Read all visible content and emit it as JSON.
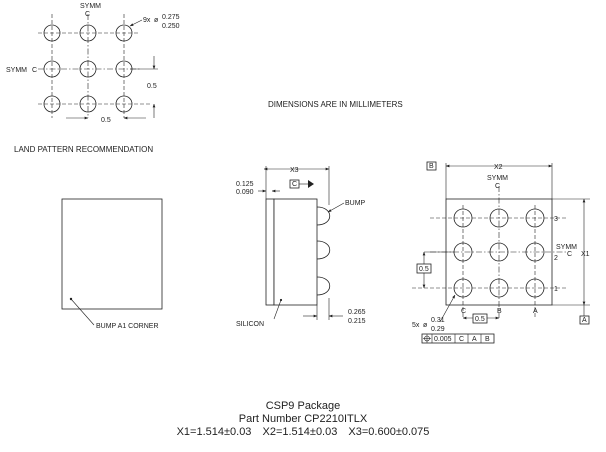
{
  "land_pattern": {
    "symm_top": "SYMM",
    "symm_left": "SYMM",
    "cl": "C",
    "diam_count": "9x",
    "diam_max": "0.275",
    "diam_min": "0.250",
    "pitch_v": "0.5",
    "pitch_h": "0.5",
    "title": "LAND PATTERN RECOMMENDATION"
  },
  "units_note": "DIMENSIONS ARE IN MILLIMETERS",
  "top_view": {
    "bump_a1_label": "BUMP A1 CORNER"
  },
  "side_view": {
    "x3_label": "X3",
    "datum_c": "C",
    "tol_max": "0.125",
    "tol_min": "0.090",
    "bump_label": "BUMP",
    "silicon_label": "SILICON",
    "h_max": "0.265",
    "h_min": "0.215"
  },
  "bottom_view": {
    "datum_b": "B",
    "datum_a": "A",
    "x2_label": "X2",
    "x1_label": "X1",
    "symm_top": "SYMM",
    "symm_right": "SYMM",
    "cl": "C",
    "row_labels": [
      "3",
      "2",
      "1"
    ],
    "col_labels": [
      "C",
      "B",
      "A"
    ],
    "pitch_v": "0.5",
    "pitch_h": "0.5",
    "ball_count": "5x",
    "ball_max": "0.31",
    "ball_min": "0.29",
    "fcf_tol": "0.005",
    "fcf_c": "C",
    "fcf_a": "A",
    "fcf_b": "B"
  },
  "caption": {
    "package": "CSP9 Package",
    "part_number": "Part Number CP2210ITLX",
    "x1": "X1=1.514±0.03",
    "x2": "X2=1.514±0.03",
    "x3": "X3=0.600±0.075"
  }
}
